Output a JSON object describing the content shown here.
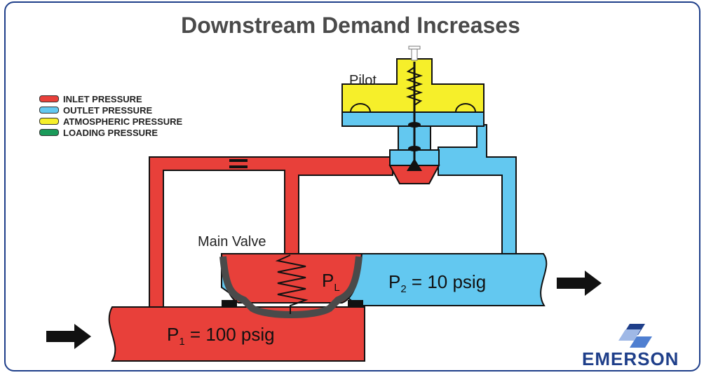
{
  "title": "Downstream Demand Increases",
  "legend": [
    {
      "label": "INLET PRESSURE",
      "color": "#e8403a"
    },
    {
      "label": "OUTLET PRESSURE",
      "color": "#63c8f0"
    },
    {
      "label": "ATMOSPHERIC PRESSURE",
      "color": "#f6ef2a"
    },
    {
      "label": "LOADING PRESSURE",
      "color": "#1a9a5a"
    }
  ],
  "labels": {
    "pilot": "Pilot",
    "main_valve": "Main Valve",
    "p1_symbol": "P",
    "p1_sub": "1",
    "p1_value": " = 100 psig",
    "p2_symbol": "P",
    "p2_sub": "2",
    "p2_value": " = 10 psig",
    "pl_symbol": "P",
    "pl_sub": "L"
  },
  "brand": "EMERSON",
  "colors": {
    "inlet": "#e8403a",
    "outlet": "#63c8f0",
    "atmospheric": "#f6ef2a",
    "loading": "#1a9a5a",
    "brand": "#1f3f8a"
  }
}
